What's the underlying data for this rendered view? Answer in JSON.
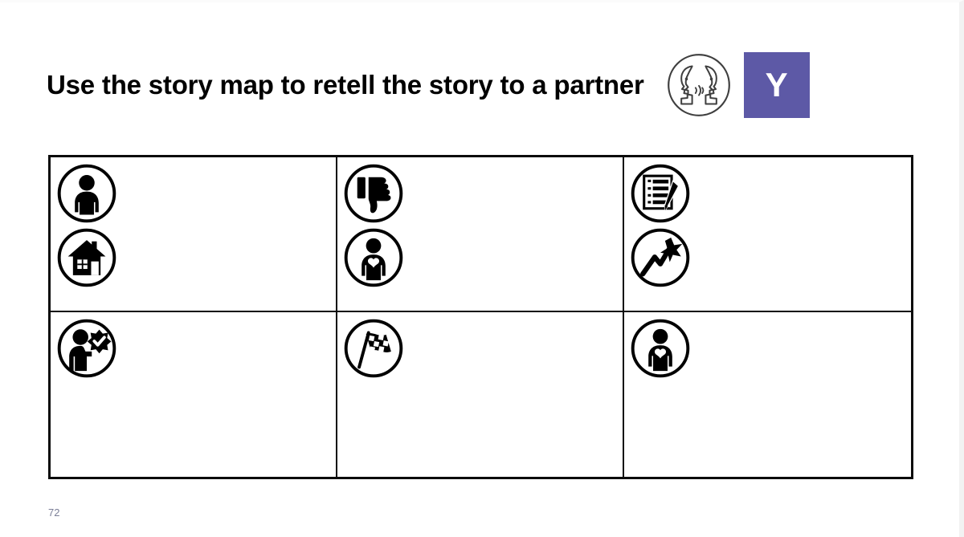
{
  "slide": {
    "title": "Use the story map to retell the story to a partner",
    "page_number": "72",
    "accent_color": "#5d59a6",
    "border_color": "#0b0b0b",
    "background_color": "#ffffff"
  },
  "header": {
    "title": "Use the story map to retell the story to a partner",
    "talk_partner_icon": "two-faces-talking-icon",
    "year_badge": {
      "label": "Y",
      "color": "#5d59a6",
      "text_color": "#ffffff"
    }
  },
  "story_map": {
    "rows": 2,
    "columns": 3,
    "cells": [
      {
        "position": "row-1-col-1",
        "icons": [
          {
            "name": "person-icon",
            "meaning": "character"
          },
          {
            "name": "house-icon",
            "meaning": "setting"
          }
        ],
        "text": ""
      },
      {
        "position": "row-1-col-2",
        "icons": [
          {
            "name": "thumbs-down-icon",
            "meaning": "problem"
          },
          {
            "name": "person-with-heart-icon",
            "meaning": "feelings"
          }
        ],
        "text": ""
      },
      {
        "position": "row-1-col-3",
        "icons": [
          {
            "name": "list-with-pencil-icon",
            "meaning": "plan"
          },
          {
            "name": "rising-arrow-star-icon",
            "meaning": "build-up"
          }
        ],
        "text": ""
      },
      {
        "position": "row-2-col-1",
        "icons": [
          {
            "name": "person-with-check-badge-icon",
            "meaning": "solution"
          }
        ],
        "text": ""
      },
      {
        "position": "row-2-col-2",
        "icons": [
          {
            "name": "checkered-flag-icon",
            "meaning": "ending"
          }
        ],
        "text": ""
      },
      {
        "position": "row-2-col-3",
        "icons": [
          {
            "name": "person-with-heart-icon",
            "meaning": "feelings"
          }
        ],
        "text": ""
      }
    ]
  }
}
